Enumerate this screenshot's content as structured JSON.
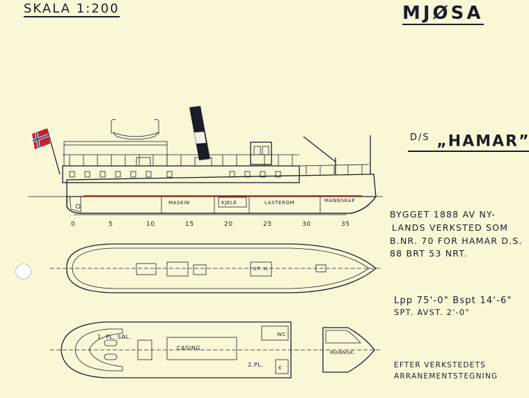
{
  "header": {
    "scale": "SKALA 1:200",
    "title": "MJØSA"
  },
  "ship": {
    "prefix": "D/S",
    "name": "„HAMAR”"
  },
  "info": {
    "built": [
      "BYGGET 1888 AV NY-",
      "LANDS VERKSTED SOM",
      "B.NR. 70 FOR HAMAR D.S.",
      "88 BRT     53 NRT."
    ],
    "dimensions": [
      "Lpp 75'-0\"   Bspt 14'-6\"",
      "SPT. AVST. 2'-0\""
    ],
    "source": [
      "EFTER VERKSTEDETS",
      "ARRANEMENTSTEGNING"
    ]
  },
  "profile_labels": {
    "maskin": "MASKIN",
    "kjele": "KJELE",
    "lasterom": "LASTEROM",
    "mannskap": "MANNSKAP"
  },
  "frame_scale": [
    "0",
    "5",
    "10",
    "15",
    "20",
    "25",
    "30",
    "35"
  ],
  "deck_labels": {
    "sth": "ST. H."
  },
  "plan_labels": {
    "salong1": "1. PL. SAL.",
    "casing": "CASING",
    "salong2": "2.PL.",
    "wc": "WC",
    "k": "K",
    "mannskap": "MANNSK."
  },
  "colors": {
    "paper": "#faf7d6",
    "ink": "#1c1c2a",
    "waterline": "#c2332b",
    "hull": "#d9d9d9",
    "salon": "#9ccc8a",
    "forepeak": "#efe27a",
    "flag_red": "#c8202b",
    "flag_blue": "#1f3f8c"
  }
}
